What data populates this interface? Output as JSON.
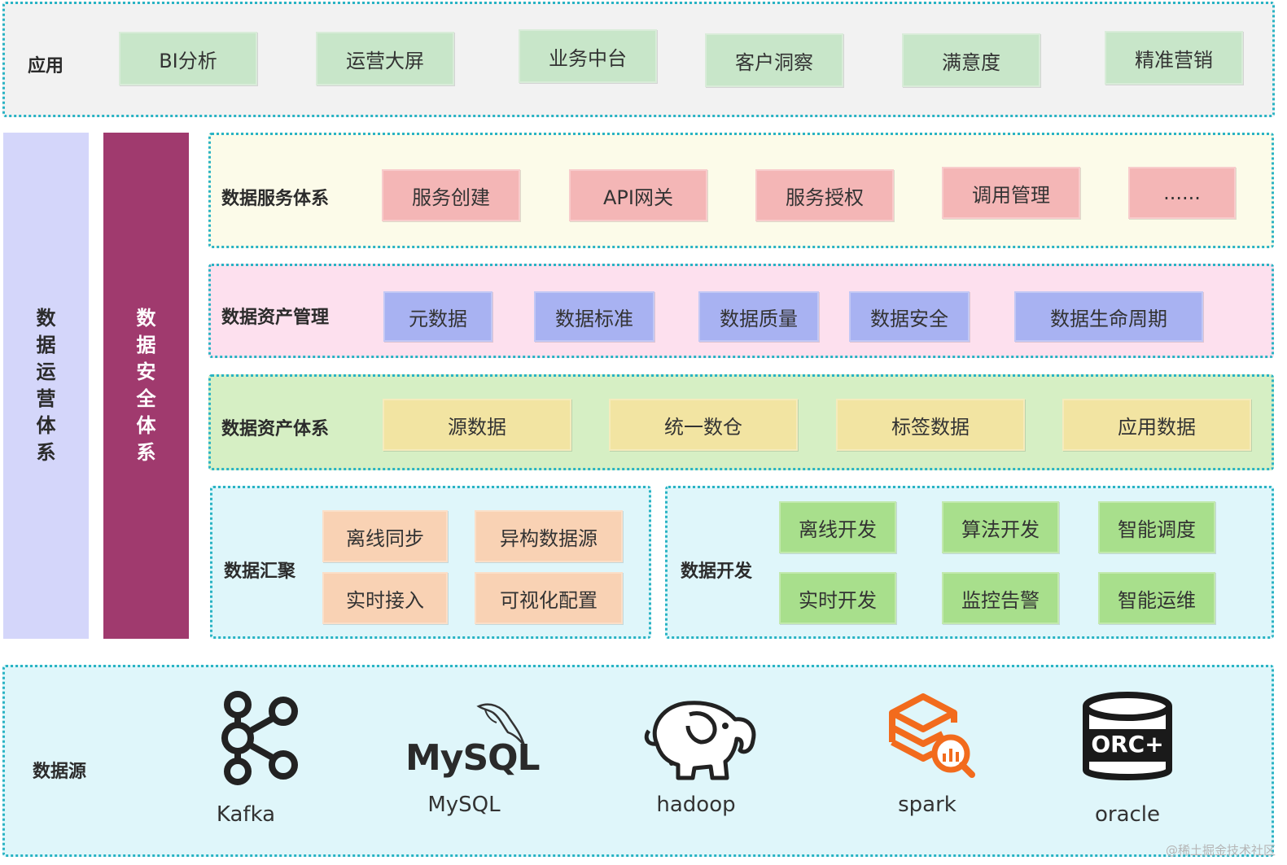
{
  "app": {
    "label": "应用",
    "items": [
      "BI分析",
      "运营大屏",
      "业务中台",
      "客户洞察",
      "满意度",
      "精准营销"
    ]
  },
  "side": {
    "ops": "数据运营体系",
    "security": "数据安全体系"
  },
  "service": {
    "label": "数据服务体系",
    "items": [
      "服务创建",
      "API网关",
      "服务授权",
      "调用管理",
      "......"
    ]
  },
  "asset_mgmt": {
    "label": "数据资产管理",
    "items": [
      "元数据",
      "数据标准",
      "数据质量",
      "数据安全",
      "数据生命周期"
    ]
  },
  "asset_system": {
    "label": "数据资产体系",
    "items": [
      "源数据",
      "统一数仓",
      "标签数据",
      "应用数据"
    ]
  },
  "aggregation": {
    "label": "数据汇聚",
    "items": [
      "离线同步",
      "异构数据源",
      "实时接入",
      "可视化配置"
    ]
  },
  "development": {
    "label": "数据开发",
    "items": [
      "离线开发",
      "算法开发",
      "智能调度",
      "实时开发",
      "监控告警",
      "智能运维"
    ]
  },
  "sources": {
    "label": "数据源",
    "items": [
      {
        "name": "Kafka",
        "icon": "kafka-icon"
      },
      {
        "name": "MySQL",
        "icon": "mysql-icon",
        "logo_text": "MySQL"
      },
      {
        "name": "hadoop",
        "icon": "hadoop-elephant-icon"
      },
      {
        "name": "spark",
        "icon": "spark-icon"
      },
      {
        "name": "oracle",
        "icon": "orc-database-icon",
        "logo_text": "ORC+"
      }
    ]
  },
  "watermark": "@稀土掘金技术社区",
  "colors": {
    "border": "#29b3c4",
    "ops_bar": "#d4d6fa",
    "security_bar": "#a03a6e",
    "kafka": "#222222",
    "spark": "#f26b1d"
  }
}
